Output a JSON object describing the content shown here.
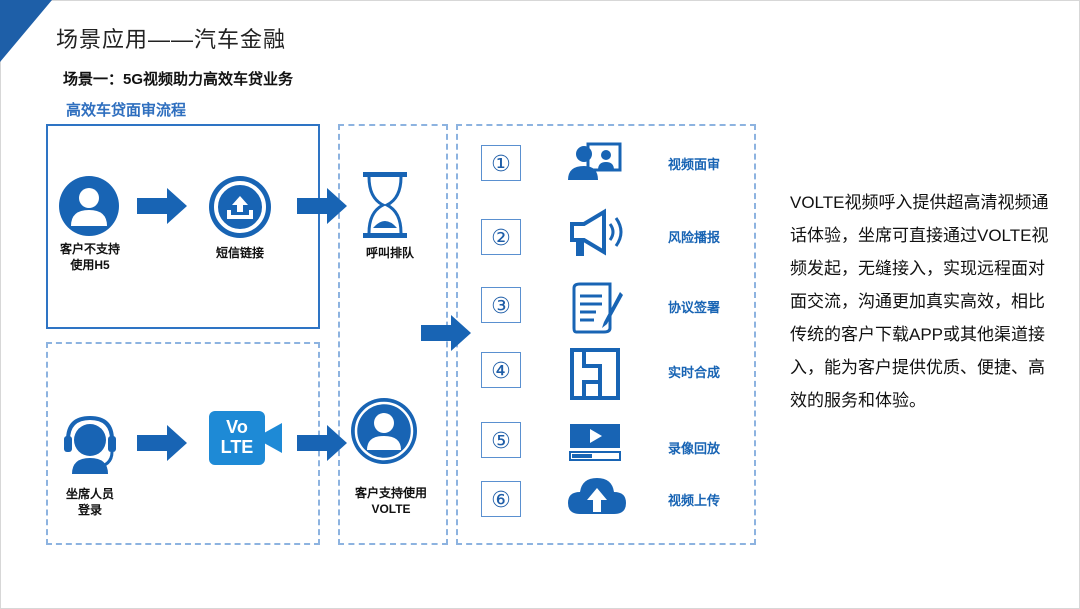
{
  "header": {
    "title": "场景应用——汽车金融",
    "scene": "场景一：5G视频助力高效车贷业务",
    "subtitle": "高效车贷面审流程"
  },
  "flow": {
    "customer_no_h5": "客户不支持\n使用H5",
    "sms_link": "短信链接",
    "call_queue": "呼叫排队",
    "agent_login": "坐席人员\n登录",
    "volte_logo": "Vo\nLTE",
    "customer_volte": "客户支持使用\nVOLTE"
  },
  "steps": [
    {
      "num": "①",
      "label": "视频面审",
      "icon": "video-interview-icon"
    },
    {
      "num": "②",
      "label": "风险播报",
      "icon": "megaphone-icon"
    },
    {
      "num": "③",
      "label": "协议签署",
      "icon": "document-sign-icon"
    },
    {
      "num": "④",
      "label": "实时合成",
      "icon": "composite-icon"
    },
    {
      "num": "⑤",
      "label": "录像回放",
      "icon": "video-playback-icon"
    },
    {
      "num": "⑥",
      "label": "视频上传",
      "icon": "cloud-upload-icon"
    }
  ],
  "description": "VOLTE视频呼入提供超高清视频通话体验，坐席可直接通过VOLTE视频发起，无缝接入，实现远程面对面交流，沟通更加真实高效，相比传统的客户下载APP或其他渠道接入，能为客户提供优质、便捷、高效的服务和体验。",
  "colors": {
    "primary": "#1864b4",
    "accent": "#2f6fbf",
    "dash": "#8db3e0"
  }
}
